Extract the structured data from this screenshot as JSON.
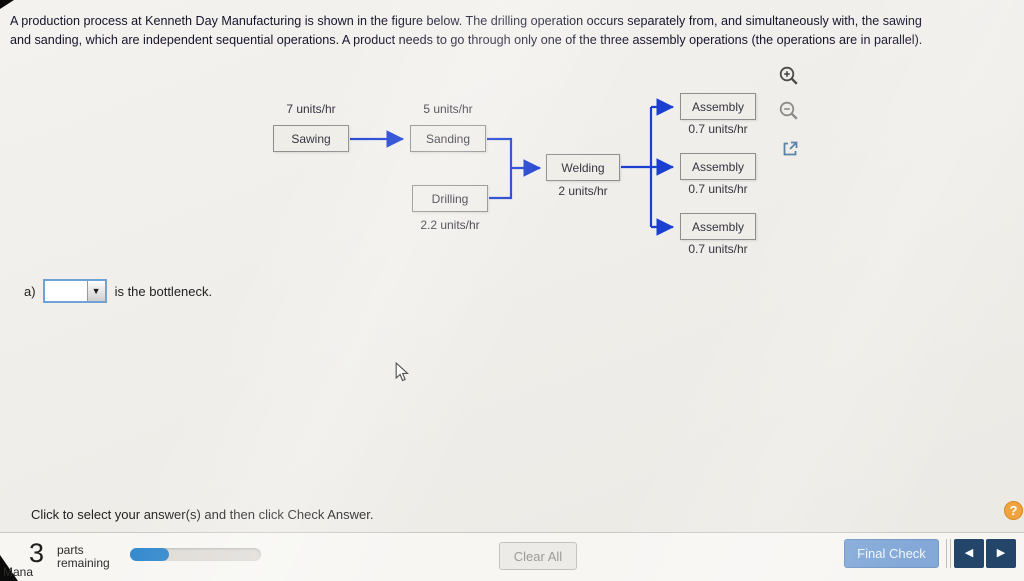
{
  "question": {
    "line1": "A production process at Kenneth Day Manufacturing is shown in the figure below. The drilling operation occurs separately from, and simultaneously with, the sawing",
    "line2": "and sanding, which are independent sequential operations. A product needs to go through only one of the three assembly operations (the operations are in parallel)."
  },
  "diagram": {
    "nodes": {
      "sawing": {
        "label": "Sawing",
        "rate": "7 units/hr"
      },
      "sanding": {
        "label": "Sanding",
        "rate": "5 units/hr"
      },
      "drilling": {
        "label": "Drilling",
        "rate": "2.2 units/hr"
      },
      "welding": {
        "label": "Welding",
        "rate": "2 units/hr"
      },
      "assembly1": {
        "label": "Assembly",
        "rate": "0.7 units/hr"
      },
      "assembly2": {
        "label": "Assembly",
        "rate": "0.7 units/hr"
      },
      "assembly3": {
        "label": "Assembly",
        "rate": "0.7 units/hr"
      }
    },
    "tool_icons": [
      "zoom-in-magnifier",
      "zoom-magnifier",
      "external-link"
    ]
  },
  "answer": {
    "prefix": "a)",
    "dropdown_value": "",
    "dropdown_arrow_icon": "▼",
    "suffix": "is the bottleneck."
  },
  "instruction": "Click to select your answer(s) and then click Check Answer.",
  "toolbar": {
    "parts_count": "3",
    "parts_word": "parts",
    "remaining_word": "remaining",
    "progress_percent": 30,
    "clear_all_label": "Clear All",
    "final_check_label": "Final Check",
    "prev_icon": "◀",
    "next_icon": "▶",
    "help_label": "?"
  },
  "corner_text": "Mana",
  "colors": {
    "arrow_blue": "#1b3fd1",
    "dropdown_border": "#6fa3d6",
    "progress_fill": "#2e86cc",
    "final_check_bg": "#84a9d8",
    "nav_button_bg": "#234569",
    "help_bg": "#f0a33f"
  }
}
